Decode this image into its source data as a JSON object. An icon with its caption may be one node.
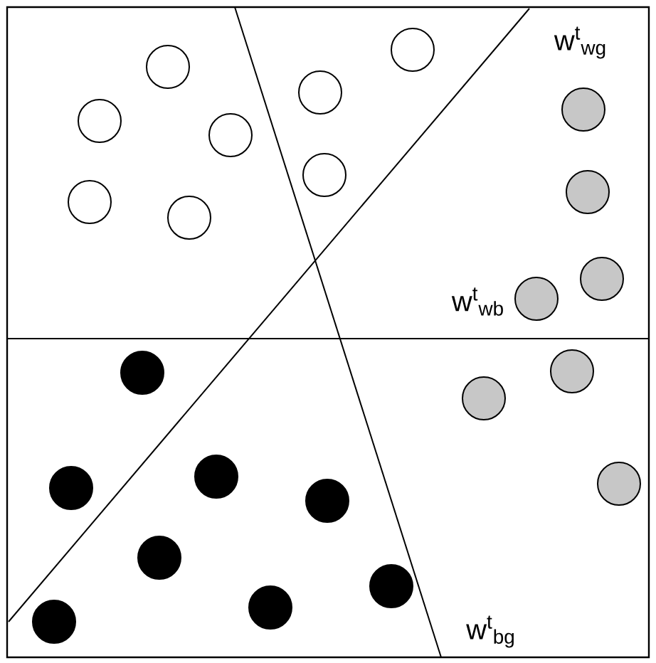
{
  "diagram": {
    "nodes": [
      {
        "text": [],
        "shape": "circle"
      },
      {
        "text": [],
        "shape": "circle"
      },
      {
        "text": [],
        "shape": "circle"
      },
      {
        "text": [],
        "shape": "circle"
      },
      {
        "text": [],
        "shape": "circle"
      },
      {
        "text": [],
        "shape": "circle"
      },
      {
        "text": [],
        "shape": "circle"
      },
      {
        "text": [],
        "shape": "circle"
      },
      {
        "text": [],
        "shape": "circle"
      },
      {
        "text": [],
        "shape": "circle"
      },
      {
        "text": [],
        "shape": "circle"
      },
      {
        "text": [],
        "shape": "circle"
      },
      {
        "text": [],
        "shape": "circle"
      },
      {
        "text": [],
        "shape": "circle"
      },
      {
        "text": [],
        "shape": "circle"
      },
      {
        "text": [],
        "shape": "circle"
      },
      {
        "text": [],
        "shape": "circle"
      },
      {
        "text": [],
        "shape": "circle"
      },
      {
        "text": [],
        "shape": "circle"
      },
      {
        "text": [],
        "shape": "circle"
      },
      {
        "text": [],
        "shape": "circle"
      },
      {
        "text": [],
        "shape": "circle"
      },
      {
        "text": [],
        "shape": "circle"
      }
    ],
    "labels": [
      "w$^{t}$$_{wg}$",
      "w$^{t}$$_{wb}$",
      "w$^{t}$$_{bg}$"
    ]
  }
}
